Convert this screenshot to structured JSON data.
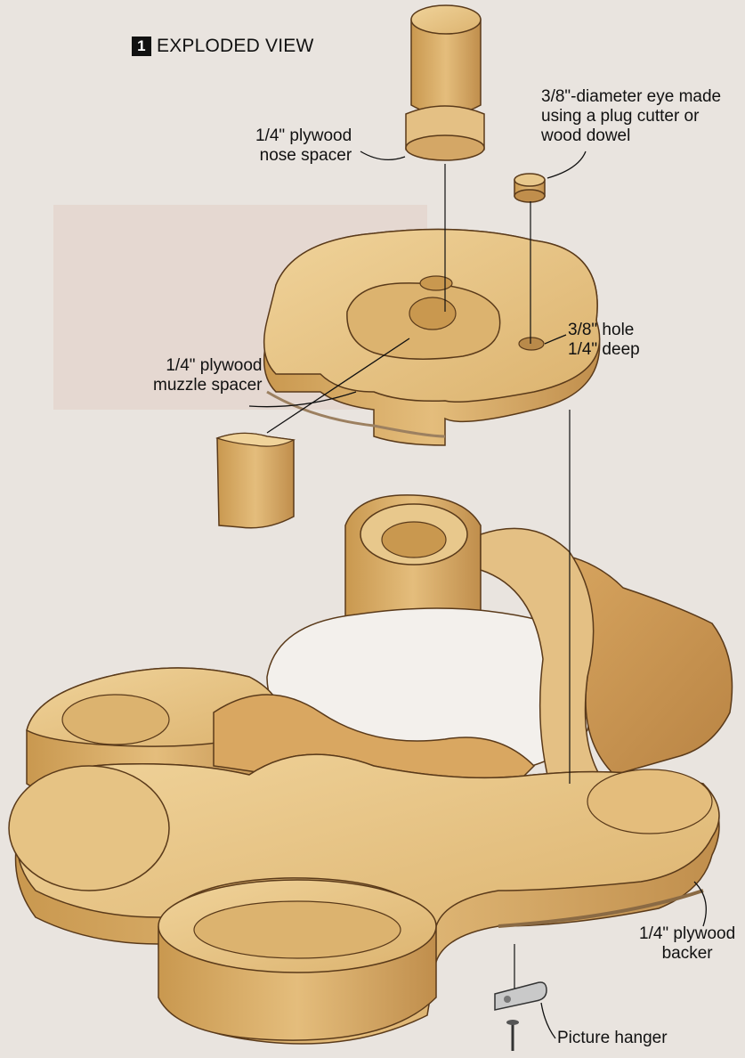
{
  "figure": {
    "number": "1",
    "title": "EXPLODED VIEW"
  },
  "callouts": {
    "eye": [
      "3/8\"-diameter eye made",
      "using a plug cutter or",
      "wood dowel"
    ],
    "nose_spacer": [
      "1/4\" plywood",
      "nose spacer"
    ],
    "hole": [
      "3/8\" hole",
      "1/4\" deep"
    ],
    "muzzle_spacer": [
      "1/4\" plywood",
      "muzzle spacer"
    ],
    "backer": [
      "1/4\" plywood",
      "backer"
    ],
    "hanger": [
      "Picture hanger"
    ]
  },
  "colors": {
    "background": "#e9e4df",
    "wood_light": "#e8c88c",
    "wood_mid": "#d4a766",
    "wood_dark": "#b98a4a",
    "wood_pale": "#f3f0ec",
    "ink": "#111111"
  }
}
